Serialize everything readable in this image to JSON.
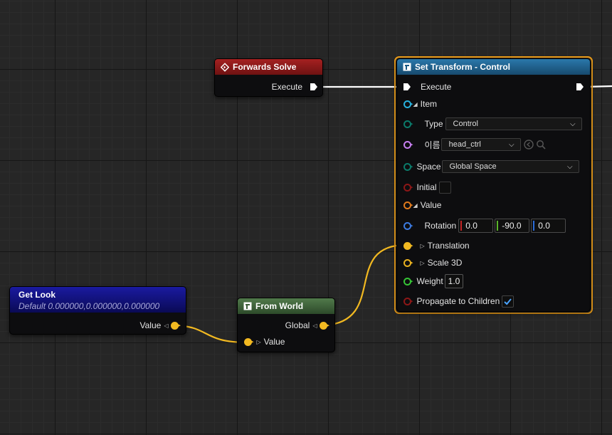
{
  "colors": {
    "forwards_header": "#8f1a1a",
    "set_transform_header": "#1e5e88",
    "get_look_header": "#121280",
    "from_world_header": "#3e5f3a",
    "selection_outline": "#f2a11a",
    "wire_exec": "#ffffff",
    "wire_vector": "#f2b921",
    "pin_item": "#27b1dd",
    "pin_enum": "#0b7a6a",
    "pin_name": "#c67ef0",
    "pin_bool": "#8c1717",
    "pin_struct": "#e07a1d",
    "pin_rotator": "#3c7ae0",
    "pin_vector": "#f2b921",
    "pin_float": "#36c536"
  },
  "nodes": {
    "forwards_solve": {
      "title": "Forwards Solve",
      "icon": "diamond-event-icon",
      "execute_label": "Execute"
    },
    "set_transform": {
      "title": "Set Transform - Control",
      "icon": "function-icon",
      "execute_label": "Execute",
      "item_label": "Item",
      "type_label": "Type",
      "type_value": "Control",
      "name_label": "이름",
      "name_value": "head_ctrl",
      "space_label": "Space",
      "space_value": "Global Space",
      "initial_label": "Initial",
      "value_label": "Value",
      "rotation_label": "Rotation",
      "rotation": [
        "0.0",
        "-90.0",
        "0.0"
      ],
      "translation_label": "Translation",
      "scale_label": "Scale 3D",
      "weight_label": "Weight",
      "weight_value": "1.0",
      "propagate_label": "Propagate to Children",
      "propagate_checked": true
    },
    "get_look": {
      "title": "Get Look",
      "subtitle": "Default 0.000000,0.000000,0.000000",
      "value_label": "Value"
    },
    "from_world": {
      "title": "From World",
      "icon": "function-icon",
      "global_label": "Global",
      "value_label": "Value"
    }
  }
}
